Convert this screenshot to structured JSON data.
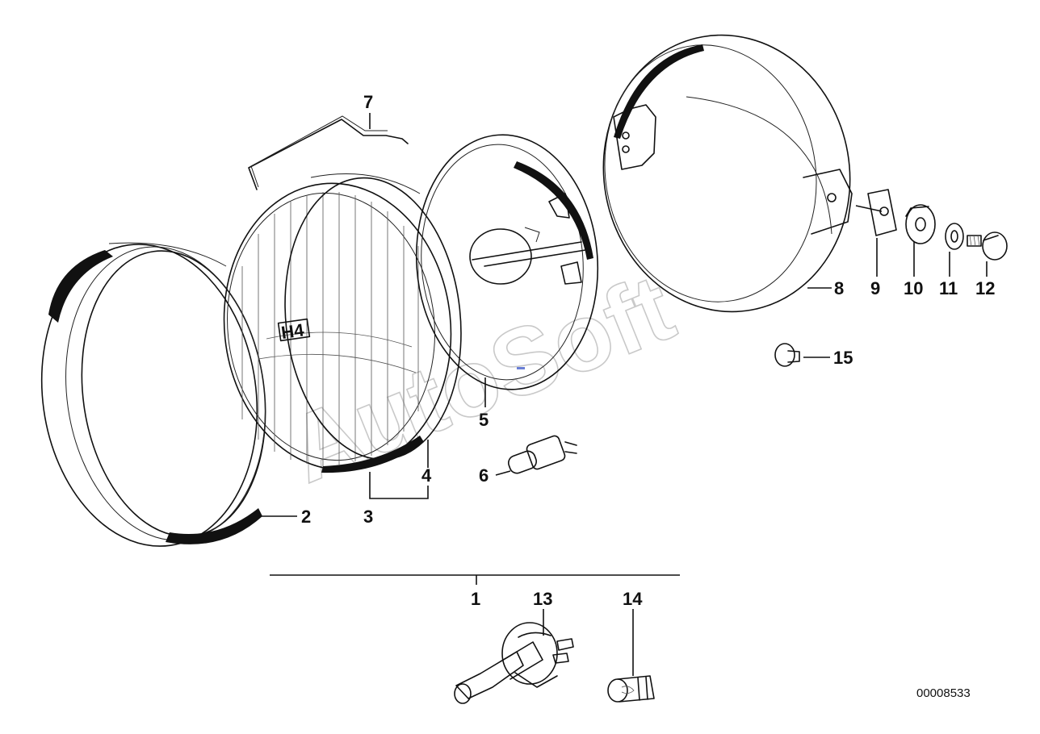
{
  "diagram": {
    "labels": {
      "p1": "1",
      "p2": "2",
      "p3": "3",
      "p4": "4",
      "p5": "5",
      "p6": "6",
      "p7": "7",
      "p8": "8",
      "p9": "9",
      "p10": "10",
      "p11": "11",
      "p12": "12",
      "p13": "13",
      "p14": "14",
      "p15": "15"
    },
    "lens_marking": "H4",
    "drawing_number": "00008533",
    "watermark": "AutoSoft",
    "colors": {
      "line": "#111111",
      "watermark": "#b8b8b8",
      "background": "#ffffff",
      "accent_mark": "#6a7fd6"
    }
  }
}
